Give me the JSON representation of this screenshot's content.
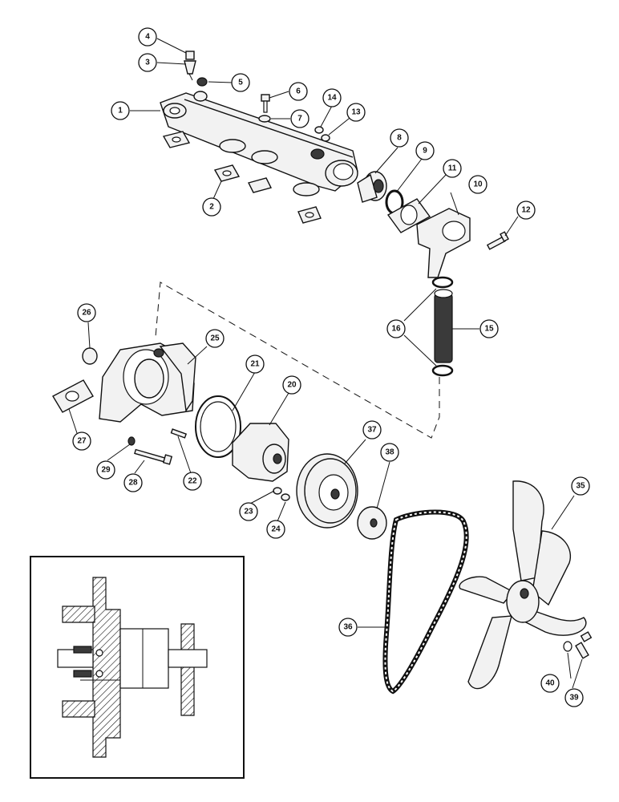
{
  "callouts": [
    "1",
    "2",
    "3",
    "4",
    "5",
    "6",
    "7",
    "8",
    "9",
    "10",
    "11",
    "12",
    "13",
    "14",
    "15",
    "16",
    "20",
    "21",
    "22",
    "23",
    "24",
    "25",
    "26",
    "27",
    "28",
    "29",
    "35",
    "36",
    "37",
    "38",
    "39",
    "40"
  ]
}
